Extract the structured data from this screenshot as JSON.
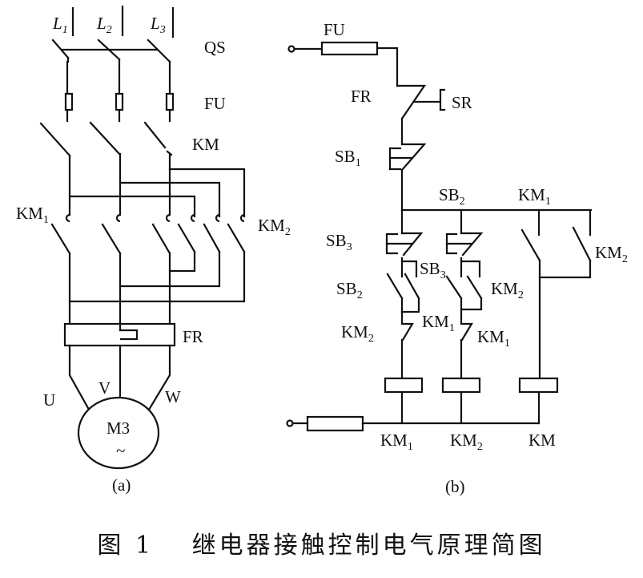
{
  "figure_a": {
    "caption": "(a)",
    "phases": [
      "L",
      "L",
      "L"
    ],
    "phase_subs": [
      "1",
      "2",
      "3"
    ],
    "labels": {
      "qs": "QS",
      "fu": "FU",
      "km": "KM",
      "km1": "KM",
      "km1_sub": "1",
      "km2": "KM",
      "km2_sub": "2",
      "fr": "FR",
      "u": "U",
      "v": "V",
      "w": "W",
      "motor": "M3",
      "motor_ac": "~"
    }
  },
  "figure_b": {
    "caption": "(b)",
    "labels": {
      "fu": "FU",
      "fr": "FR",
      "sr": "SR",
      "sb1": "SB",
      "sb1_sub": "1",
      "sb2_top": "SB",
      "sb2_top_sub": "2",
      "km1_top": "KM",
      "km1_top_sub": "1",
      "sb3_left": "SB",
      "sb3_left_sub": "3",
      "sb3_mid": "SB",
      "sb3_mid_sub": "3",
      "km2_right": "KM",
      "km2_right_sub": "2",
      "sb2_left": "SB",
      "sb2_left_sub": "2",
      "km2_mid": "KM",
      "km2_mid_sub": "2",
      "km2_left": "KM",
      "km2_left_sub": "2",
      "km1_mid": "KM",
      "km1_mid_sub": "1",
      "km1_right": "KM",
      "km1_right_sub": "1",
      "coil_km1": "KM",
      "coil_km1_sub": "1",
      "coil_km2": "KM",
      "coil_km2_sub": "2",
      "coil_km": "KM"
    }
  },
  "figure_title": "图 1　 继电器接触控制电气原理简图"
}
